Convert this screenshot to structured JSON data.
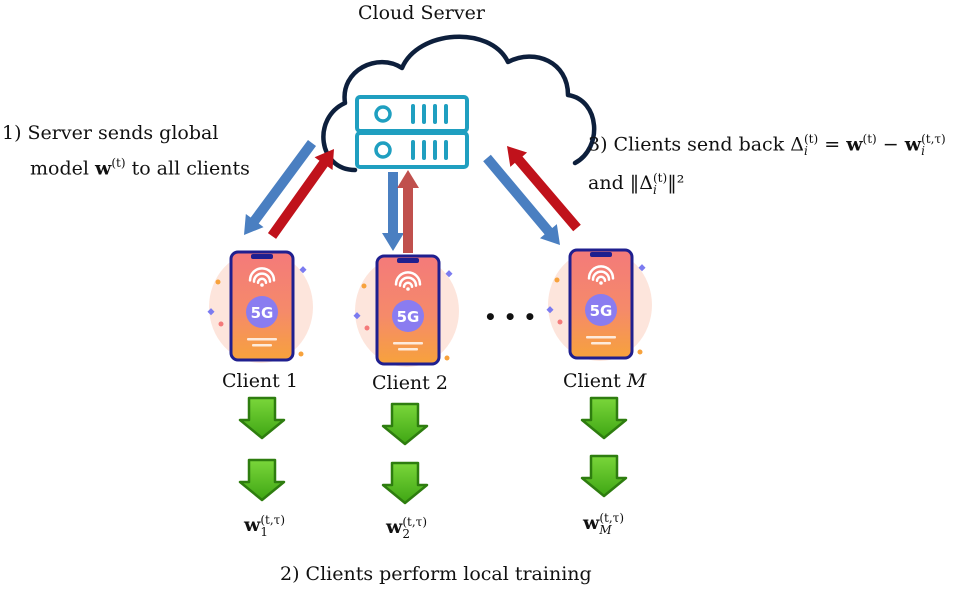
{
  "title": "Cloud Server",
  "step1": {
    "line1": "1) Server sends global",
    "line2_pre": "model ",
    "line2_sym": "w",
    "line2_sup": "(t)",
    "line2_post": " to all clients"
  },
  "step2": {
    "label": "2) Clients perform local training"
  },
  "step3": {
    "line1_pre": "3) Clients send back ",
    "delta": "Δ",
    "delta_sub": "i",
    "delta_sup": "(t)",
    "eq": " = ",
    "w": "w",
    "w_sup": "(t)",
    "minus": " − ",
    "wi": "w",
    "wi_sub": "i",
    "wi_sup": "(t,τ)",
    "line2_pre": "and ‖Δ",
    "line2_sub": "i",
    "line2_sup": "(t)",
    "line2_post": "‖²"
  },
  "clients": [
    {
      "name": "Client 1",
      "badge": "5G",
      "result_sym": "w",
      "result_sub": "1",
      "result_sup": "(t,τ)"
    },
    {
      "name": "Client 2",
      "badge": "5G",
      "result_sym": "w",
      "result_sub": "2",
      "result_sup": "(t,τ)"
    },
    {
      "name": "Client M",
      "badge": "5G",
      "result_sym": "w",
      "result_sub": "M",
      "result_sup": "(t,τ)"
    }
  ],
  "ellipsis": "• • •",
  "colors": {
    "down": "#4a7fc1",
    "up": "#c0121b",
    "green": "#4fb81e",
    "green_dark": "#2e7d0f",
    "server": "#1f9fc0",
    "cloud": "#0d1f3c",
    "phone_top": "#f47a7a",
    "phone_bottom": "#f7a23c",
    "phone_frame": "#1f1f8f",
    "badge": "#8a7cf0"
  }
}
